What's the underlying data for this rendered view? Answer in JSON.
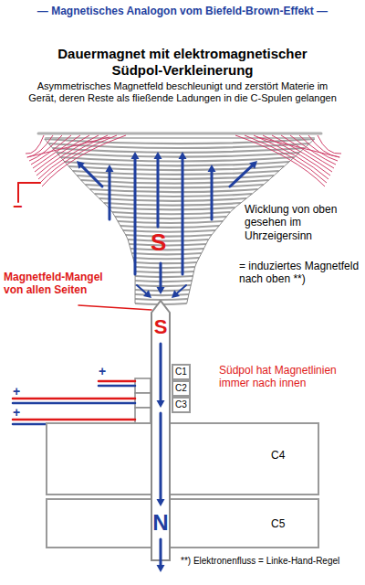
{
  "diagram": {
    "title": "— Magnetisches Analogon vom Biefeld-Brown-Effekt —",
    "nodes": [
      {
        "text": [
          "S",
          "N"
        ]
      },
      {
        "text": [
          "C1"
        ]
      },
      {
        "text": [
          "C2"
        ]
      },
      {
        "text": [
          "C3"
        ]
      },
      {
        "text": [
          "C4"
        ]
      },
      {
        "text": [
          "C5"
        ]
      }
    ],
    "labels": [
      "Dauermagnet mit elektromagnetischer Südpol-Verkleinerung",
      "Asymmetrisches Magnetfeld beschleunigt und zerstört Materie im Gerät, deren Reste als fließende Ladungen in die C-Spulen gelangen",
      "−",
      "Wicklung von oben gesehen im Uhrzeigersinn",
      "= induziertes Magnetfeld nach oben **)",
      "S",
      "Magnetfeld-Mangel von allen Seiten",
      "+",
      "+",
      "+",
      "Südpol hat Magnetlinien immer nach innen",
      "**) Elektronenfluss = Linke-Hand-Regel"
    ]
  }
}
